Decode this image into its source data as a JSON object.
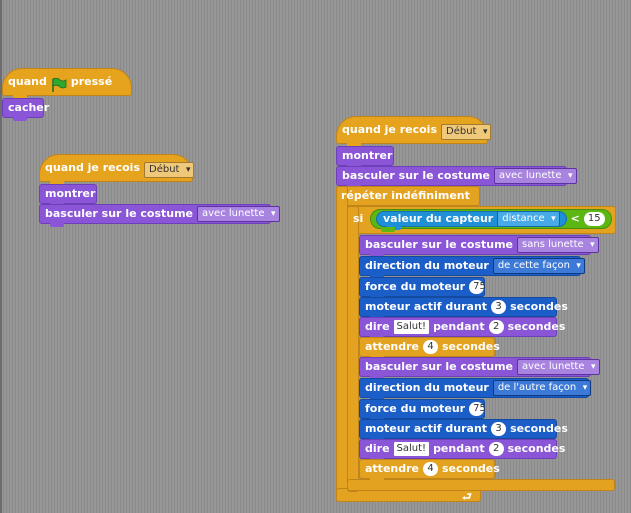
{
  "script1": {
    "when_label": "quand",
    "pressed_label": "pressé",
    "hide_label": "cacher"
  },
  "script2": {
    "hat_label": "quand je recois",
    "hat_message": "Début",
    "show_label": "montrer",
    "switch_label": "basculer sur le costume",
    "switch_value": "avec lunette"
  },
  "script3": {
    "hat_label": "quand je recois",
    "hat_message": "Début",
    "show_label": "montrer",
    "switch_label": "basculer sur le costume",
    "switch_value": "avec lunette",
    "forever_label": "répéter indéfiniment",
    "if_label": "si",
    "sensor_label": "valeur du capteur",
    "sensor_value": "distance",
    "operator": "<",
    "compare_value": "15",
    "inner": {
      "switch1_label": "basculer sur le costume",
      "switch1_value": "sans lunette",
      "dir1_label": "direction du moteur",
      "dir1_value": "de cette façon",
      "power1_label": "force du moteur",
      "power1_value": "75",
      "motor1_label": "moteur actif durant",
      "motor1_value": "3",
      "motor1_unit": "secondes",
      "say1_label": "dire",
      "say1_text": "Salut!",
      "say1_mid": "pendant",
      "say1_value": "2",
      "say1_unit": "secondes",
      "wait1_label": "attendre",
      "wait1_value": "4",
      "wait1_unit": "secondes",
      "switch2_label": "basculer sur le costume",
      "switch2_value": "avec lunette",
      "dir2_label": "direction du moteur",
      "dir2_value": "de l'autre façon",
      "power2_label": "force du moteur",
      "power2_value": "75",
      "motor2_label": "moteur actif durant",
      "motor2_value": "3",
      "motor2_unit": "secondes",
      "say2_label": "dire",
      "say2_text": "Salut!",
      "say2_mid": "pendant",
      "say2_value": "2",
      "say2_unit": "secondes",
      "wait2_label": "attendre",
      "wait2_value": "4",
      "wait2_unit": "secondes"
    }
  },
  "colors": {
    "events": "#e6a41e",
    "looks": "#8a55d7",
    "control": "#e3a21f",
    "motor": "#1b5ec8",
    "sensing": "#1f8fd8",
    "operators": "#5cb712",
    "flag": "#2fa82f"
  }
}
